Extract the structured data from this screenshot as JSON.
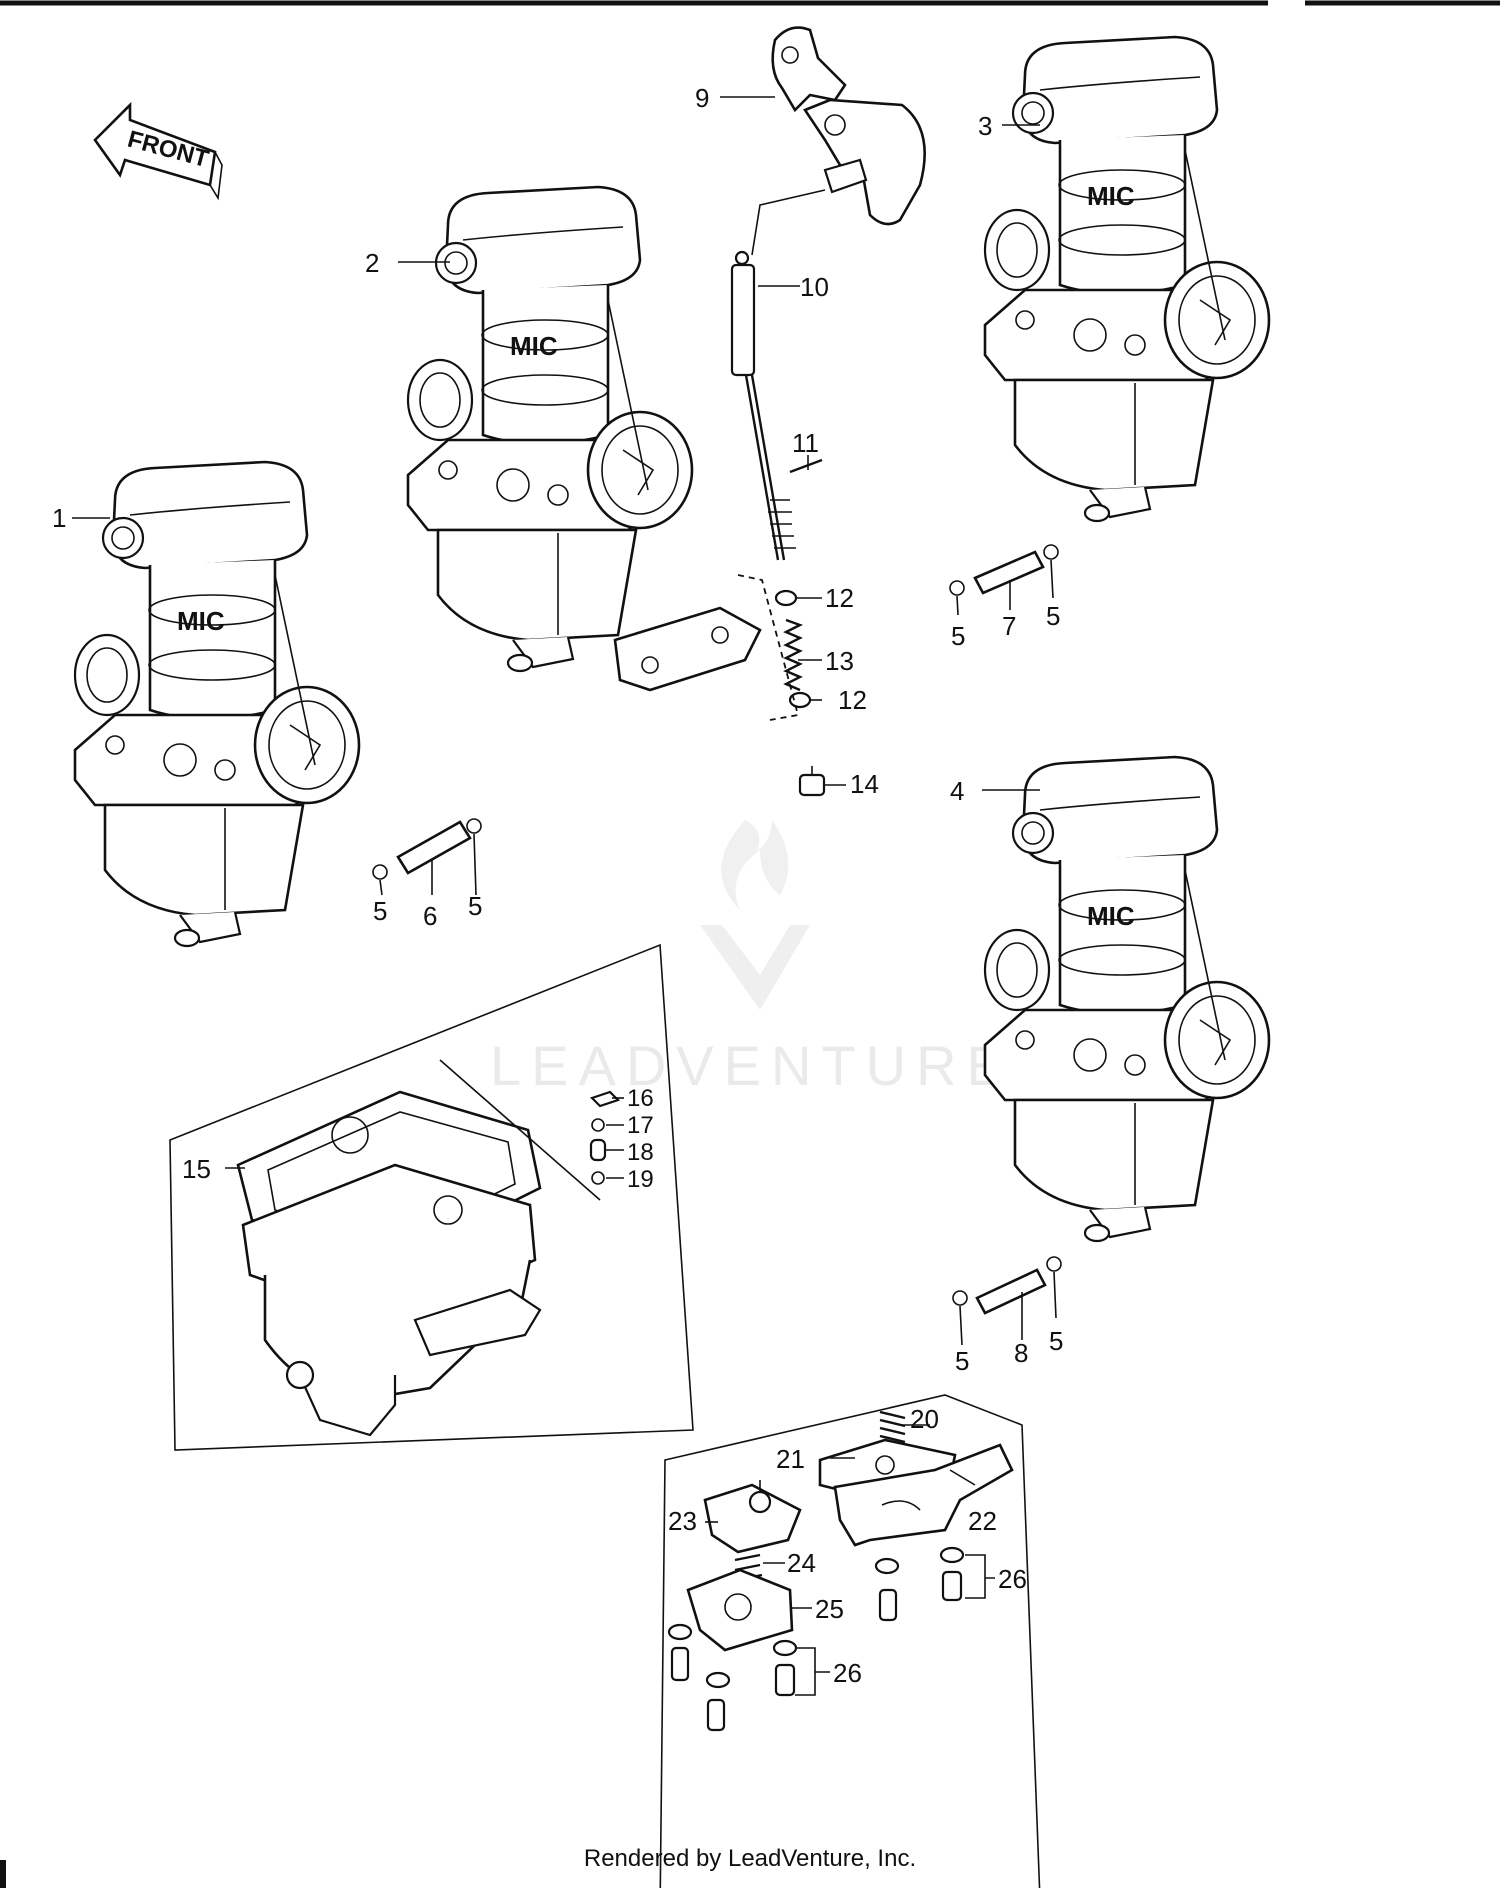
{
  "diagram": {
    "front_label": "FRONT",
    "carb_brand": "MIC",
    "watermark": "LEADVENTURE",
    "callouts": [
      "1",
      "2",
      "3",
      "4",
      "5",
      "5",
      "5",
      "5",
      "5",
      "5",
      "6",
      "7",
      "8",
      "9",
      "10",
      "11",
      "12",
      "12",
      "13",
      "14",
      "15",
      "16",
      "17",
      "18",
      "19",
      "20",
      "21",
      "22",
      "23",
      "24",
      "25",
      "26",
      "26"
    ]
  },
  "footer": {
    "text": "Rendered by LeadVenture, Inc."
  }
}
